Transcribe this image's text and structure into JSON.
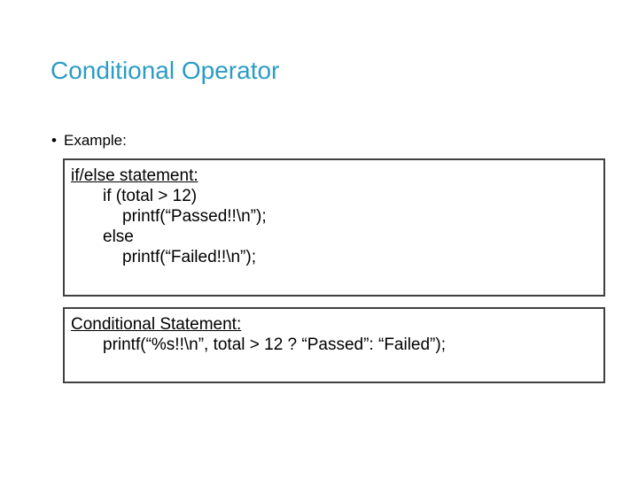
{
  "slide": {
    "title": "Conditional Operator",
    "bullet_glyph": "•",
    "bullet_text": "Example:"
  },
  "if_else_box": {
    "heading": "if/else statement:",
    "lines": [
      "if (total > 12)",
      "printf(“Passed!!\\n”);",
      "else",
      "printf(“Failed!!\\n”);"
    ]
  },
  "conditional_box": {
    "heading": "Conditional Statement:",
    "lines": [
      "printf(“%s!!\\n”, total > 12 ? “Passed”: “Failed”);"
    ]
  },
  "colors": {
    "title": "#2c9cc4",
    "text": "#000000",
    "box_border": "#404040",
    "background": "#ffffff"
  }
}
